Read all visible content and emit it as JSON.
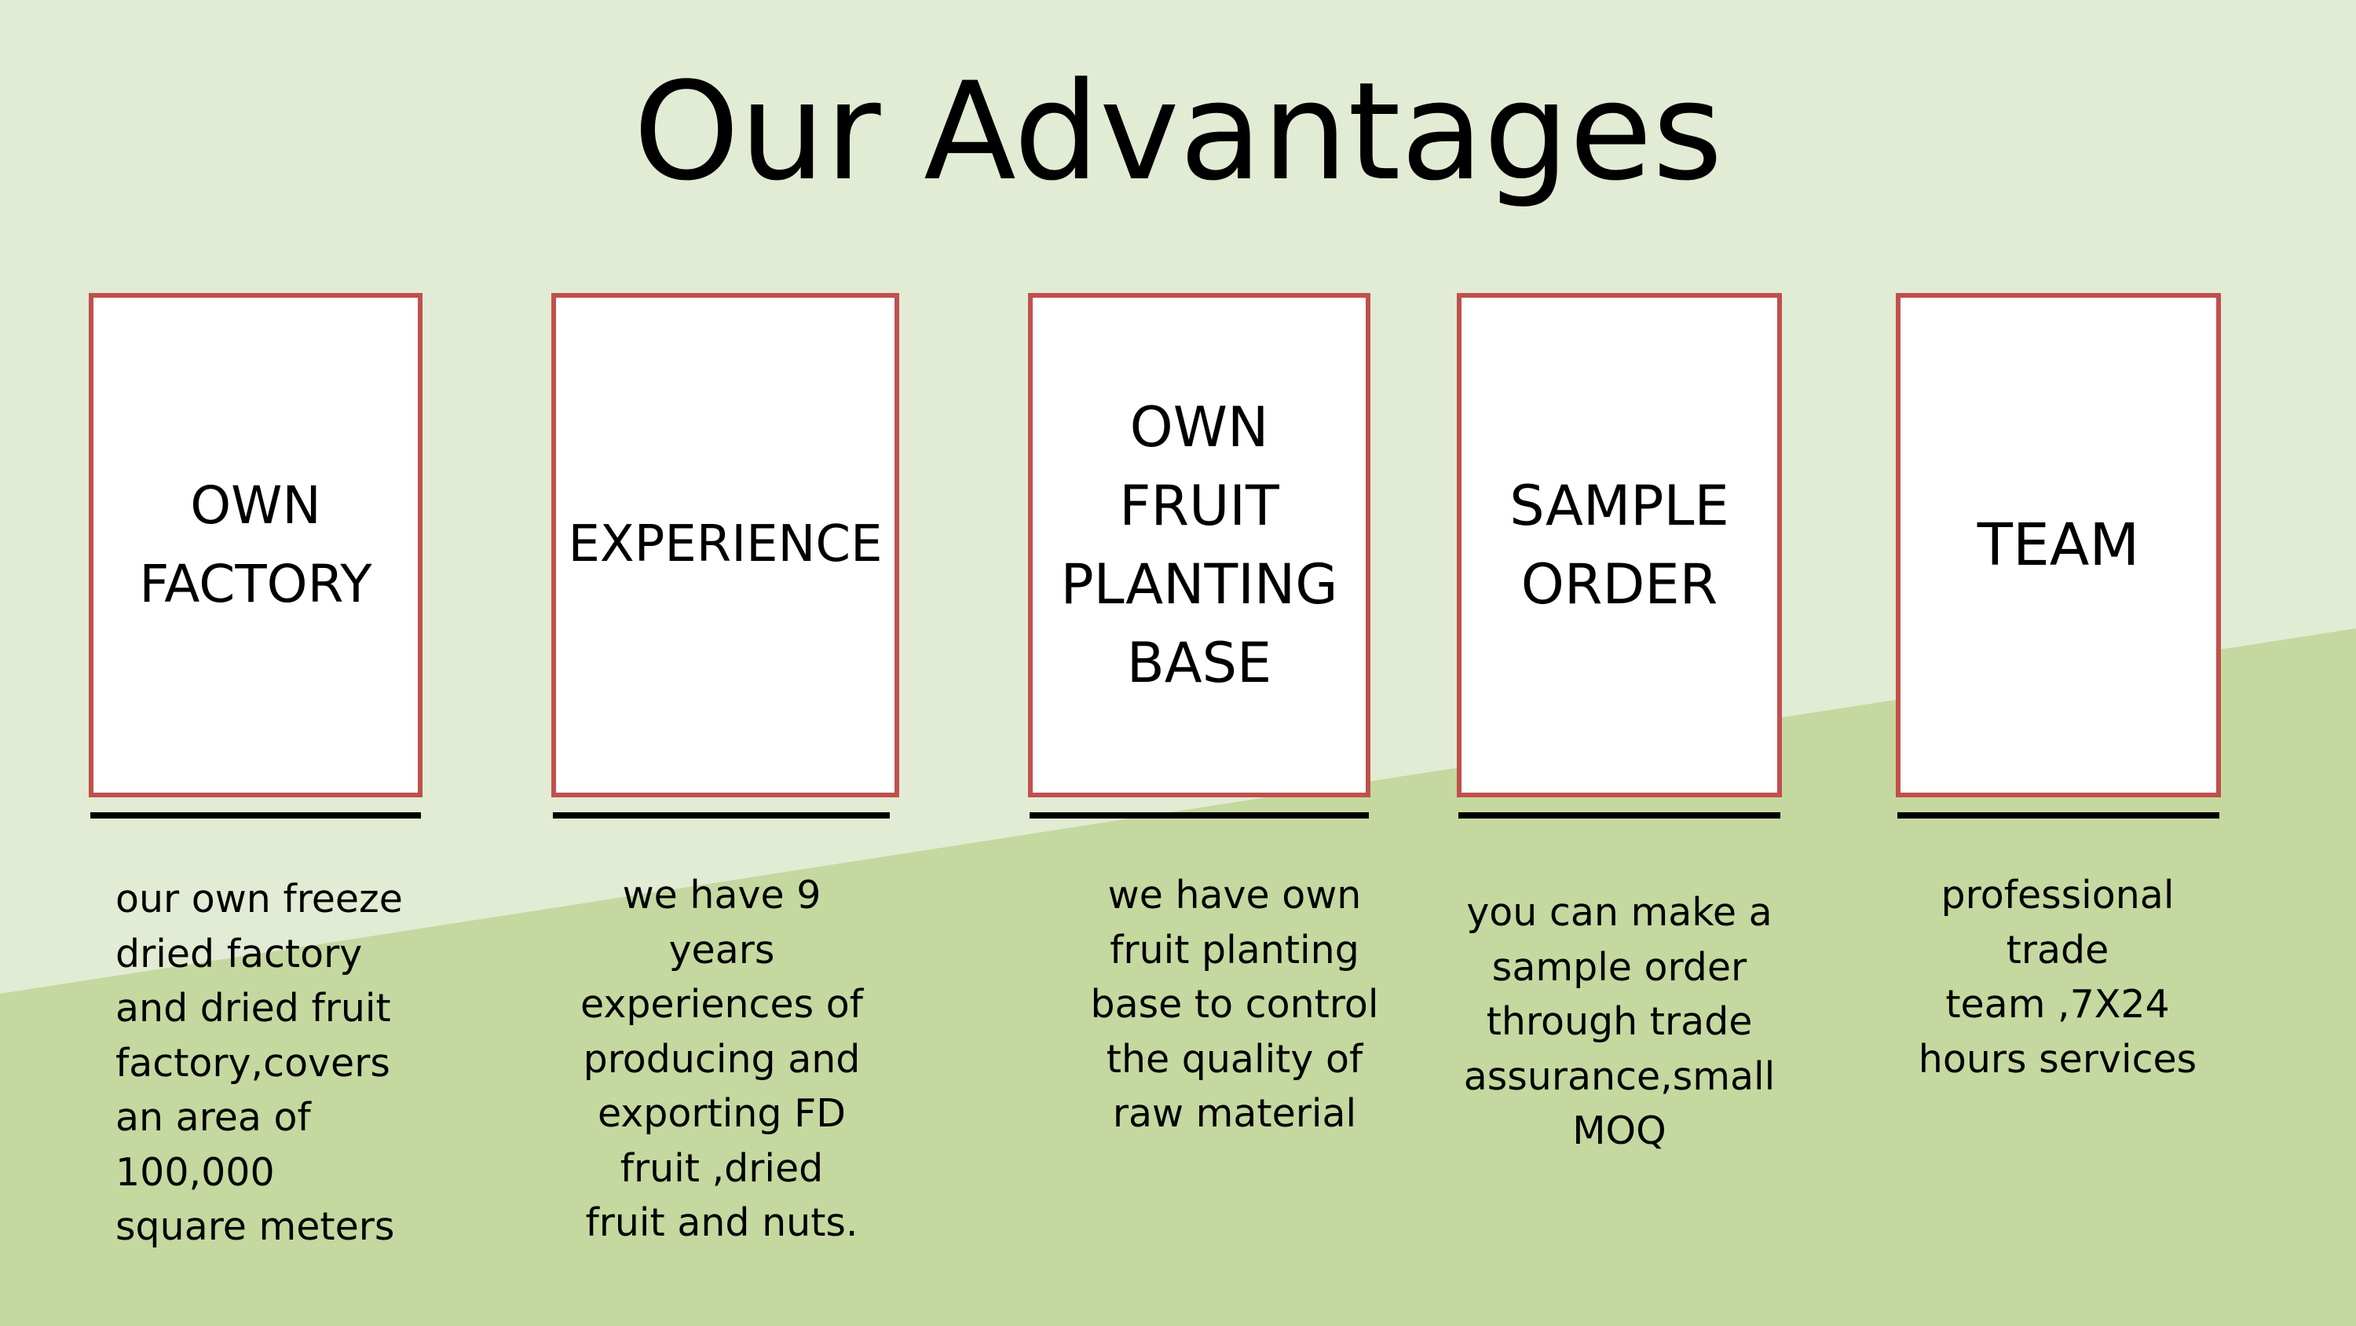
{
  "colors": {
    "background_light": "#e2ebd3",
    "background_green": "#c5d89f",
    "card_border": "#c0504d",
    "card_fill": "#ffffff",
    "text": "#000000"
  },
  "title": "Our Advantages",
  "advantages": [
    {
      "label": "OWN\nFACTORY",
      "description": "our own freeze\ndried factory\nand dried fruit\nfactory,covers\nan area of\n100,000\nsquare meters"
    },
    {
      "label": "EXPERIENCE",
      "description": "we have 9\nyears\nexperiences  of\nproducing and\nexporting FD\nfruit ,dried\nfruit and nuts."
    },
    {
      "label": "OWN\nFRUIT\nPLANTING\nBASE",
      "description": "we have own\nfruit planting\nbase to control\nthe quality of\nraw material"
    },
    {
      "label": "SAMPLE\nORDER",
      "description": "you can make a\nsample order\nthrough trade\nassurance,small\nMOQ"
    },
    {
      "label": "TEAM",
      "description": "professional\ntrade\nteam ,7X24\nhours services"
    }
  ]
}
